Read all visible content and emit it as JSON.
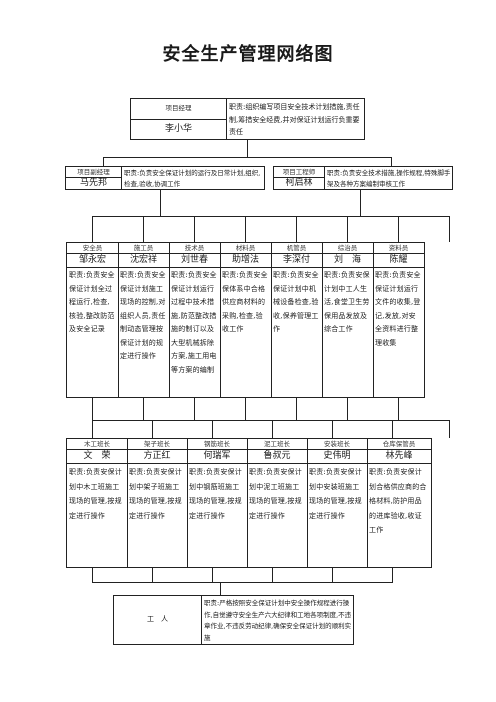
{
  "title": "安全生产管理网络图",
  "pm": {
    "role": "项目经理",
    "name": "李小华",
    "duty": "职责:组织编写项目安全技术计划措施,责任制,筹措安全经费,并对保证计划运行负重要责任"
  },
  "deputy_pm": {
    "role": "项目副经理",
    "name": "马先邦",
    "duty": "职责:负责安全保证计划的运行及日常计划,组织,检查,验收,协调工作"
  },
  "chief_eng": {
    "role": "项目工程师",
    "name": "柯启林",
    "duty": "职责:负责安全技术措施,操作规程,特殊脚手架及各种方案编制审核工作"
  },
  "staff": [
    {
      "role": "安全员",
      "name": "邹永宏",
      "duty": "职责:负责安全保证计划全过程运行,检查,核验,整改防范及安全记录"
    },
    {
      "role": "施工员",
      "name": "沈宏祥",
      "duty": "职责:负责安全保证计划施工现场的控制,对组织人员,责任制动态管理按保证计划的规定进行操作"
    },
    {
      "role": "技术员",
      "name": "刘世春",
      "duty": "职责:负责安全保证计划运行过程中技术措施,防范整改措施的制订以及大型机械拆除方案,施工用电等方案的编制"
    },
    {
      "role": "材料员",
      "name": "助增法",
      "duty": "职责:负责安全保体系中合格供应商材料的采购,检查,验收工作"
    },
    {
      "role": "机管员",
      "name": "李深付",
      "duty": "职责:负责安全保证计划中机械设备检查,验收,保养管理工作"
    },
    {
      "role": "综治员",
      "name": "刘　海",
      "duty": "职责:负责安保计划中工人生活,食堂卫生劳保用品发放及综合工作"
    },
    {
      "role": "资料员",
      "name": "陈耀",
      "duty": "职责:负责安全保证计划运行文件的收集,登记,发放,对安全资料进行整理收集"
    }
  ],
  "foremen": [
    {
      "role": "木工班长",
      "name": "文　荣",
      "duty": "职责:负责安保计划中木工班施工现场的管理,按规定进行操作"
    },
    {
      "role": "架子班长",
      "name": "方正红",
      "duty": "职责:负责安保计划中架子班施工现场的管理,按规定进行操作"
    },
    {
      "role": "钢筋班长",
      "name": "何瑞军",
      "duty": "职责:负责安保计划中钢筋班施工现场的管理,按规定进行操作"
    },
    {
      "role": "泥工班长",
      "name": "鲁叔元",
      "duty": "职责:负责安保计划中泥工班施工现场的管理,按规定进行操作"
    },
    {
      "role": "安装班长",
      "name": "史伟明",
      "duty": "职责:负责安保计划中安装班施工现场的管理,按规定进行操作"
    },
    {
      "role": "仓库保管员",
      "name": "林先峰",
      "duty": "职责:负责安保计划合格供应商的合格材料,防护用品的进库验收,收证工作"
    }
  ],
  "workers": {
    "label": "工　人",
    "duty": "职责:严格按照安全保证计划中安全操作规程进行操作,自觉遵守安全生产六大纪律和工地各项制度,不违章作业,不违反劳动纪律,确保安全保证计划的顺利实施"
  }
}
